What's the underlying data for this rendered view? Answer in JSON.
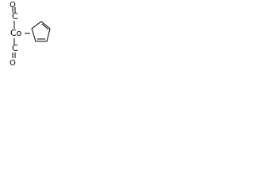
{
  "molecule": {
    "atoms": {
      "carbonyl_top": "C",
      "oxygen_top": "O",
      "metal": "Co",
      "carbonyl_bottom": "C",
      "oxygen_bottom": "O"
    },
    "ring": "cyclopentadienyl"
  },
  "colors": {
    "ink": "#000000",
    "background": "#ffffff"
  }
}
